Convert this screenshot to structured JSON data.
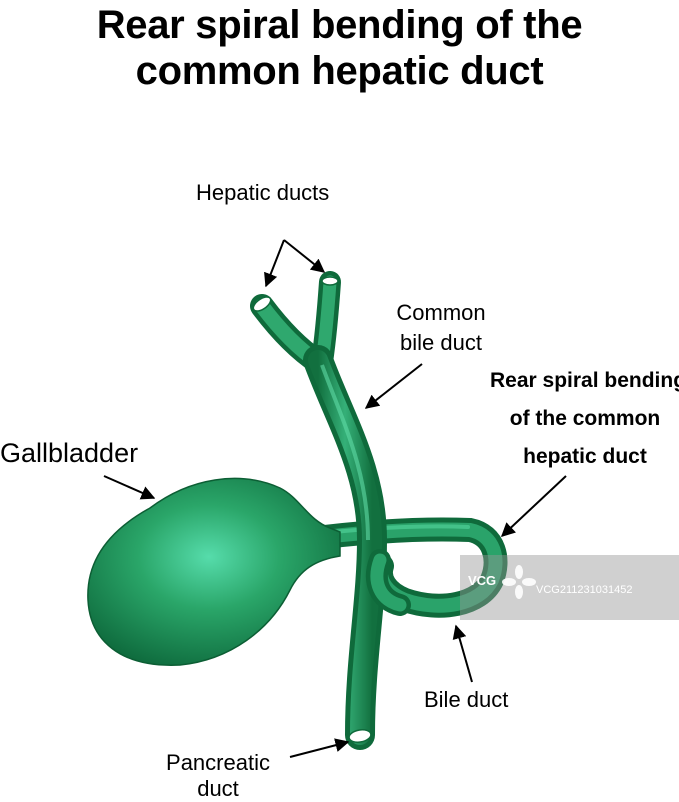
{
  "title": {
    "line1": "Rear spiral bending of the",
    "line2": "common hepatic duct"
  },
  "labels": {
    "hepatic_ducts": "Hepatic ducts",
    "common_bile_duct_1": "Common",
    "common_bile_duct_2": "bile duct",
    "rear_spiral_1": "Rear spiral bending",
    "rear_spiral_2": "of the common",
    "rear_spiral_3": "hepatic duct",
    "gallbladder": "Gallbladder",
    "bile_duct": "Bile duct",
    "pancreatic_1": "Pancreatic",
    "pancreatic_2": "duct"
  },
  "watermark": {
    "brand": "VCG",
    "image_id": "VCG211231031452"
  },
  "colors": {
    "organ_dark": "#0e6b3c",
    "organ_mid": "#1f9a5c",
    "organ_light": "#52d8a6",
    "arrow": "#000000"
  }
}
